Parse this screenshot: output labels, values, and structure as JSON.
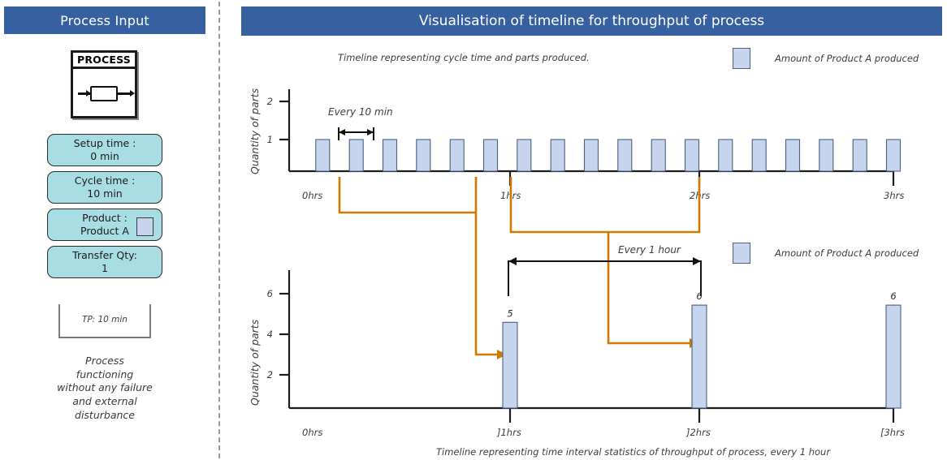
{
  "left_panel": {
    "header": "Process Input",
    "process_icon": {
      "title": "PROCESS",
      "name": "process-block-icon"
    },
    "params": [
      {
        "name": "setup-time",
        "label": "Setup time  :",
        "value": "0 min"
      },
      {
        "name": "cycle-time",
        "label": "Cycle time  :",
        "value": "10 min"
      },
      {
        "name": "product",
        "label": "Product :",
        "value": "Product A",
        "swatch_color": "#c7d4ee"
      },
      {
        "name": "transfer-qty",
        "label": "Transfer Qty:",
        "value": "1"
      }
    ],
    "throughput_bracket_label": "TP:  10 min",
    "note_lines": [
      "Process",
      "functioning",
      "without any failure",
      "and external",
      "disturbance"
    ]
  },
  "right_panel": {
    "title": "Visualisation of timeline for throughput of process",
    "top_caption": "Timeline representing cycle time and parts produced.",
    "bottom_caption": "Timeline representing time interval statistics of throughput of process, every 1 hour",
    "legend_top": {
      "label": "Amount of Product A  produced",
      "color": "#c7d4ee"
    },
    "legend_bottom": {
      "label": "Amount of Product A  produced",
      "color": "#c7d4ee"
    },
    "annotations": {
      "every_10_min": "Every 10 min",
      "every_1_hour": "Every 1 hour"
    }
  },
  "colors": {
    "header_blue": "#36609f",
    "bar_fill": "#c7d4ee",
    "bar_stroke": "#4a5e86",
    "connector_orange": "#cc7a00",
    "param_box": "#a9dde4"
  },
  "chart_data": [
    {
      "id": "timeline-cycle-chart",
      "type": "bar",
      "title": "Timeline representing cycle time and parts produced.",
      "xlabel": "",
      "ylabel": "Quantity of parts",
      "ylim": [
        0,
        2
      ],
      "yticks": [
        1,
        2
      ],
      "yticklabels": [
        "1",
        "2"
      ],
      "xticks": [
        0,
        1,
        2,
        3
      ],
      "xticklabels": [
        "0hrs",
        "1hrs",
        "2hrs",
        "3hrs"
      ],
      "grid": false,
      "legend_position": "top-right",
      "series": [
        {
          "name": "Amount of Product A  produced",
          "color": "#c7d4ee",
          "note": "one part produced every 10 minutes",
          "x": [
            0.1667,
            0.3333,
            0.5,
            0.6667,
            0.8333,
            1.0,
            1.1667,
            1.3333,
            1.5,
            1.6667,
            1.8333,
            2.0,
            2.1667,
            2.3333,
            2.5,
            2.6667,
            2.8333,
            3.0
          ],
          "values": [
            1,
            1,
            1,
            1,
            1,
            1,
            1,
            1,
            1,
            1,
            1,
            1,
            1,
            1,
            1,
            1,
            1,
            1
          ]
        }
      ]
    },
    {
      "id": "throughput-interval-chart",
      "type": "bar",
      "title": "Timeline representing time interval statistics of throughput of process, every 1 hour",
      "xlabel": "",
      "ylabel": "Quantity of parts",
      "ylim": [
        0,
        7
      ],
      "yticks": [
        2,
        4,
        6
      ],
      "yticklabels": [
        "2",
        "4",
        "6"
      ],
      "xticks": [
        0,
        1,
        2,
        3
      ],
      "xticklabels": [
        "0hrs",
        "]1hrs",
        "]2hrs",
        "[3hrs"
      ],
      "grid": false,
      "legend_position": "top-right",
      "series": [
        {
          "name": "Amount of Product A  produced",
          "color": "#c7d4ee",
          "categories": [
            "]1hrs",
            "]2hrs",
            "[3hrs"
          ],
          "values": [
            5,
            6,
            6
          ],
          "data_labels": [
            "5",
            "6",
            "6"
          ]
        }
      ]
    }
  ]
}
